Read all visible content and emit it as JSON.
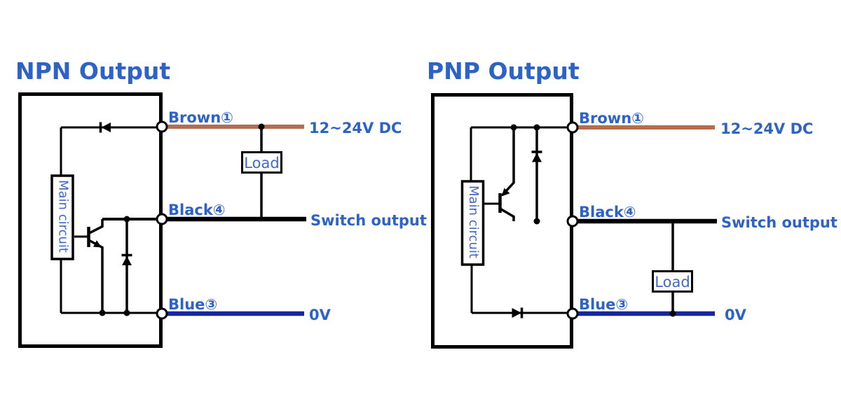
{
  "colors": {
    "accent_blue": "#2d63c6",
    "component_blue": "#4169c8",
    "wire_brown": "#b26e4e",
    "wire_navy": "#1526a0",
    "wire_black": "#000000"
  },
  "diagrams": [
    {
      "id": "npn",
      "title": "NPN Output",
      "transistor_type": "NPN",
      "main_circuit_label": "Main circuit",
      "load_label": "Load",
      "wires": [
        {
          "name": "brown",
          "label": "Brown①",
          "terminal_label": "12~24V DC"
        },
        {
          "name": "black",
          "label": "Black④",
          "terminal_label": "Switch output"
        },
        {
          "name": "blue",
          "label": "Blue③",
          "terminal_label": "0V"
        }
      ]
    },
    {
      "id": "pnp",
      "title": "PNP Output",
      "transistor_type": "PNP",
      "main_circuit_label": "Main circuit",
      "load_label": "Load",
      "wires": [
        {
          "name": "brown",
          "label": "Brown①",
          "terminal_label": "12~24V DC"
        },
        {
          "name": "black",
          "label": "Black④",
          "terminal_label": "Switch output"
        },
        {
          "name": "blue",
          "label": "Blue③",
          "terminal_label": "0V"
        }
      ]
    }
  ]
}
